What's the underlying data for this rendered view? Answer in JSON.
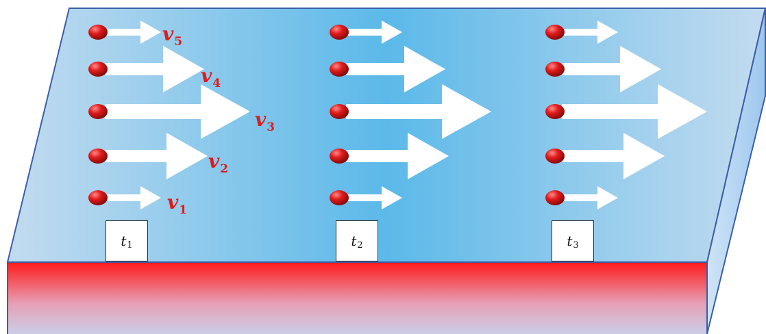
{
  "velocity_labels": [
    {
      "var": "v",
      "sub": "5"
    },
    {
      "var": "v",
      "sub": "4"
    },
    {
      "var": "v",
      "sub": "3"
    },
    {
      "var": "v",
      "sub": "2"
    },
    {
      "var": "v",
      "sub": "1"
    }
  ],
  "time_labels": [
    {
      "var": "t",
      "sub": "1"
    },
    {
      "var": "t",
      "sub": "2"
    },
    {
      "var": "t",
      "sub": "3"
    }
  ],
  "colors": {
    "fluid_edge": "#c3dbef",
    "fluid_center": "#5bb9e9",
    "plate_top": "#ff1a1a",
    "plate_bottom": "#c9d3ee",
    "particle": "#e01b1b",
    "arrow": "#ffffff",
    "label": "#e01b1b"
  }
}
